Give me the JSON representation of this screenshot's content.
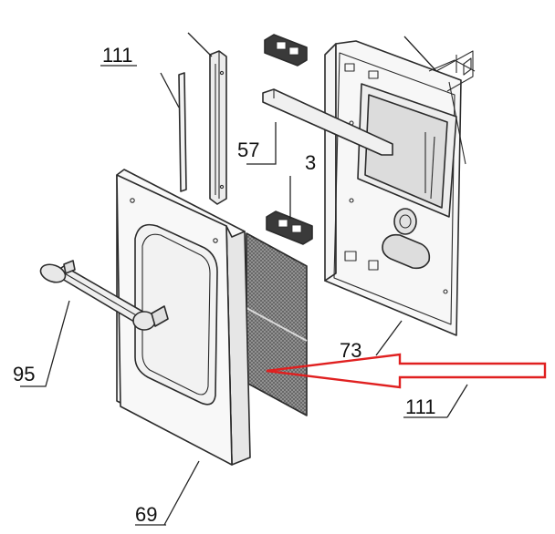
{
  "labels": {
    "rail_left_top": "111",
    "screen_right": "111",
    "bar": "57",
    "hinge": "3",
    "handle": "95",
    "back_panel": "73",
    "door_front": "69"
  },
  "colors": {
    "line": "#2b2b2b",
    "arrow": "#e02020",
    "filter_mesh": "#8a8a8a",
    "background": "#ffffff"
  }
}
